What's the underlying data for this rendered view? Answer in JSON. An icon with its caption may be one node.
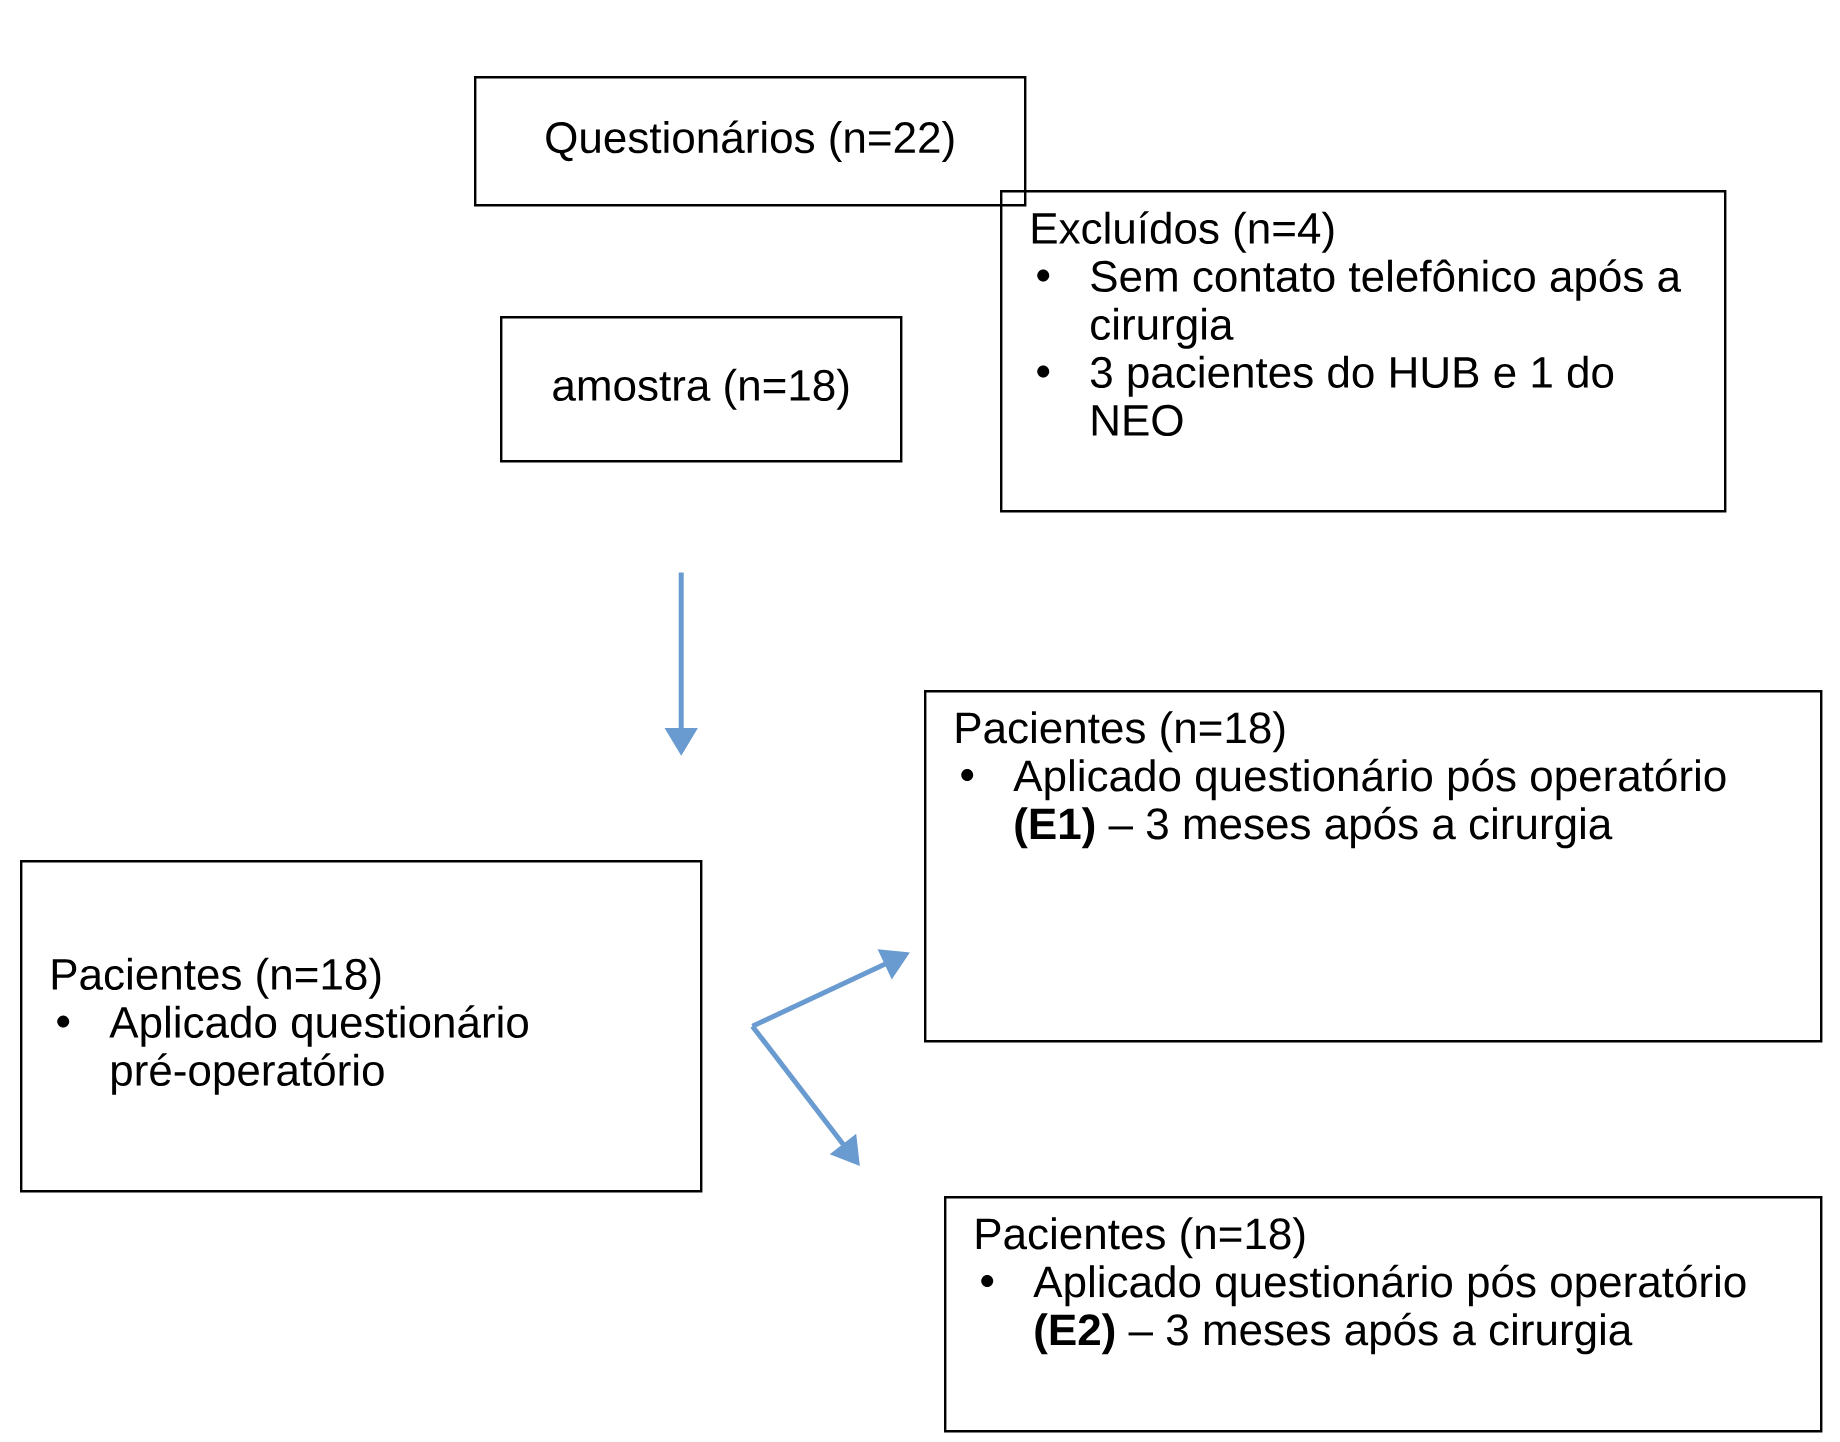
{
  "diagram": {
    "nodes": [
      {
        "text": [
          "Questionários (n=22)"
        ]
      },
      {
        "text": [
          "Excluídos (n=4)",
          "Sem contato telefônico após a cirurgia",
          "3 pacientes do HUB e 1 do NEO"
        ]
      },
      {
        "text": [
          "amostra (n=18)"
        ]
      },
      {
        "text": [
          "Pacientes (n=18)",
          "Aplicado questionário pré-operatório"
        ]
      },
      {
        "text": [
          "Pacientes (n=18)",
          "Aplicado questionário pós operatório **(E1)** – 3 meses após a cirurgia"
        ]
      },
      {
        "text": [
          "Pacientes (n=18)",
          "Aplicado questionário pós operatório **(E2)** – 3 meses após a cirurgia"
        ]
      }
    ],
    "edges": [
      {
        "from": 2,
        "to": 3,
        "arrow": "to"
      },
      {
        "from": 3,
        "to": 4,
        "arrow": "to"
      },
      {
        "from": 3,
        "to": 5,
        "arrow": "to"
      }
    ]
  }
}
